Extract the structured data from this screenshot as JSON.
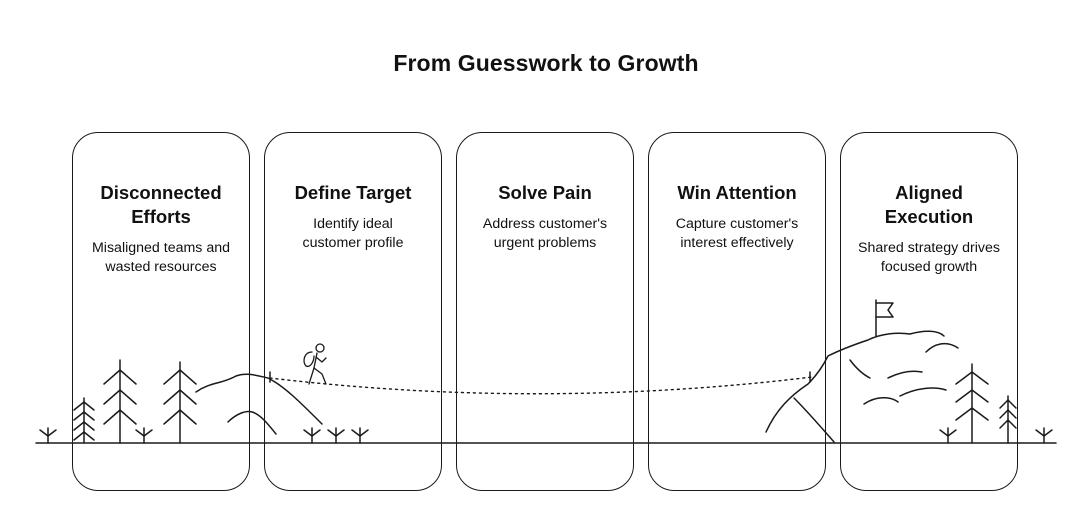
{
  "title": "From Guesswork to Growth",
  "steps": [
    {
      "title": "Disconnected Efforts",
      "desc": "Misaligned teams and wasted resources"
    },
    {
      "title": "Define Target",
      "desc": "Identify ideal customer profile"
    },
    {
      "title": "Solve Pain",
      "desc": "Address customer's urgent problems"
    },
    {
      "title": "Win Attention",
      "desc": "Capture customer's interest effectively"
    },
    {
      "title": "Aligned Execution",
      "desc": "Shared strategy drives focused growth"
    }
  ],
  "colors": {
    "line": "#1a1a1a",
    "background": "#ffffff"
  },
  "icons": [
    "pine-tree-icon",
    "hiker-icon",
    "flag-icon",
    "grass-tuft-icon"
  ]
}
